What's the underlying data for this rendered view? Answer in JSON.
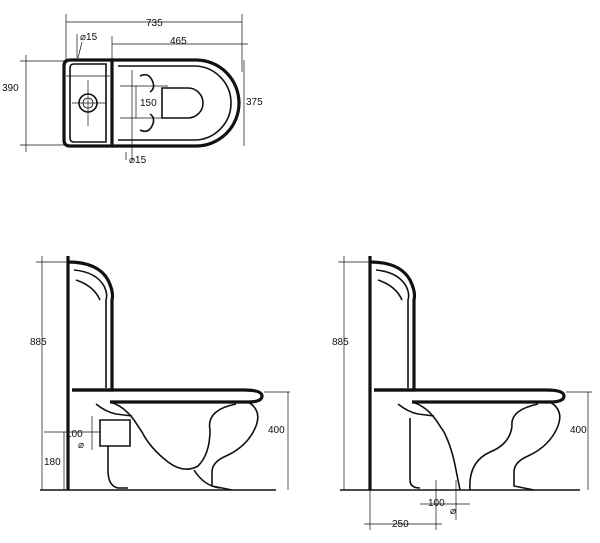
{
  "top_view": {
    "width_total": "735",
    "bowl_length": "465",
    "depth_total": "390",
    "depth_bowl": "375",
    "fixing_spacing": "150",
    "inlet_dia": "⌀15",
    "fixing_dia": "⌀15"
  },
  "side_view_1": {
    "height_total": "885",
    "seat_height": "400",
    "outlet_dia_1": "100",
    "outlet_dia_2": "⌀",
    "outlet_height": "180"
  },
  "side_view_2": {
    "height_total": "885",
    "seat_height": "400",
    "outlet_dia_1": "100",
    "outlet_dia_2": "⌀",
    "outlet_offset": "250"
  }
}
